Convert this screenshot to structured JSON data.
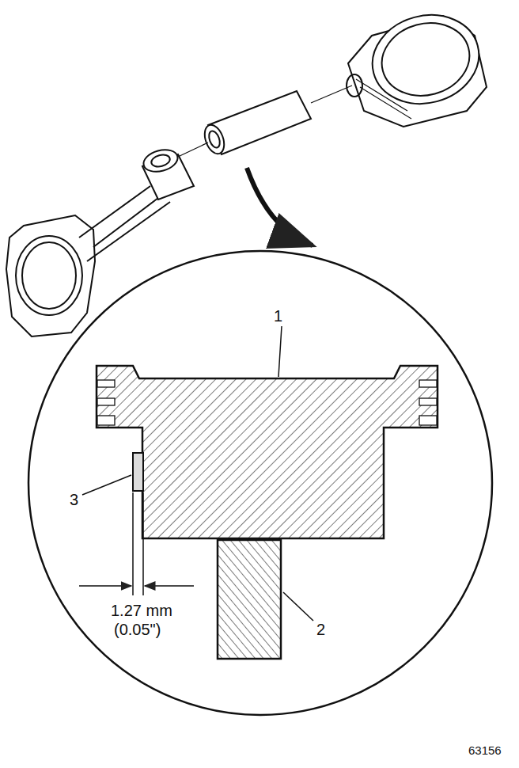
{
  "diagram": {
    "labels": [
      "1",
      "2",
      "3",
      "1.27 mm",
      "(0.05\")",
      "63156"
    ]
  }
}
